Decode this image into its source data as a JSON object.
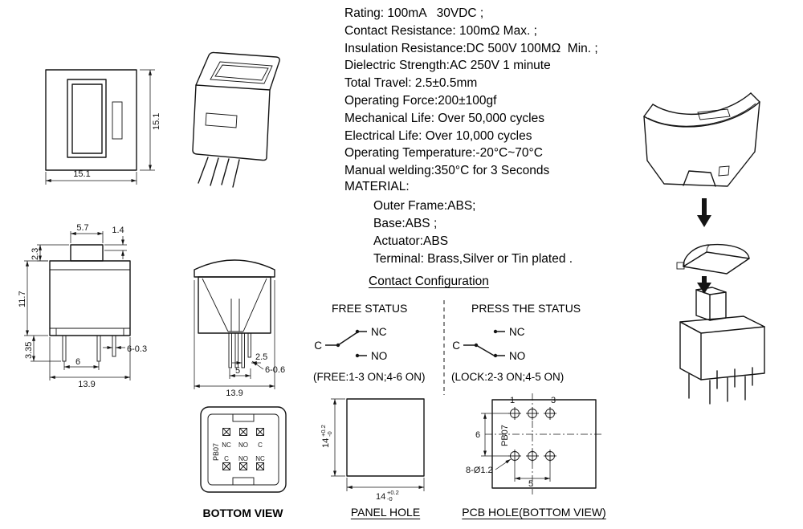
{
  "specs": {
    "lines": [
      "Rating: 100mA   30VDC ;",
      "Contact Resistance: 100mΩ Max. ;",
      "Insulation Resistance:DC 500V 100MΩ  Min. ;",
      "Dielectric Strength:AC 250V 1 minute",
      "Total Travel: 2.5±0.5mm",
      "Operating Force:200±100gf",
      "Mechanical Life: Over 50,000 cycles",
      "Electrical Life: Over 10,000 cycles",
      "Operating Temperature:-20°C~70°C",
      "Manual welding:350°C for 3 Seconds"
    ]
  },
  "material": {
    "title": "MATERIAL:",
    "items": [
      "Outer Frame:ABS;",
      "Base:ABS ;",
      "Actuator:ABS",
      "Terminal: Brass,Silver or Tin plated ."
    ]
  },
  "contact": {
    "title": "Contact Configuration",
    "free_heading": "FREE STATUS",
    "press_heading": "PRESS THE STATUS",
    "free_note": "(FREE:1-3 ON;4-6 ON)",
    "lock_note": "(LOCK:2-3 ON;4-5 ON)",
    "c": "C",
    "nc": "NC",
    "no": "NO"
  },
  "view_labels": {
    "bottom_view": "BOTTOM VIEW",
    "panel_hole": "PANEL HOLE",
    "pcb_hole": "PCB HOLE(BOTTOM VIEW)"
  },
  "dims": {
    "front_width": "15.1",
    "front_height": "15.1",
    "button_width": "5.7",
    "lip_height": "1.4",
    "button_height": "2.3",
    "body_height": "11.7",
    "pin_length": "3.35",
    "pin_pitch_6": "6",
    "body_width": "13.9",
    "pin_note_free": "6-0.3",
    "pin_width": "2.5",
    "pin_pitch_5": "5",
    "body_width_2": "13.9",
    "pin_note_lock": "6-0.6",
    "panel_size": "14",
    "panel_tol_plus": "+0.2",
    "panel_tol_minus": "-0",
    "pcb_row_pitch": "6",
    "pcb_col_pitch": "5",
    "pcb_hole_note": "8-Ø1.2",
    "pin_1": "1",
    "pin_3": "3"
  },
  "bottom_view": {
    "model": "PB07",
    "top_row": [
      "NC",
      "NO",
      "C"
    ],
    "bottom_row": [
      "C",
      "NO",
      "NC"
    ]
  },
  "pcb_view": {
    "model": "PB07"
  }
}
